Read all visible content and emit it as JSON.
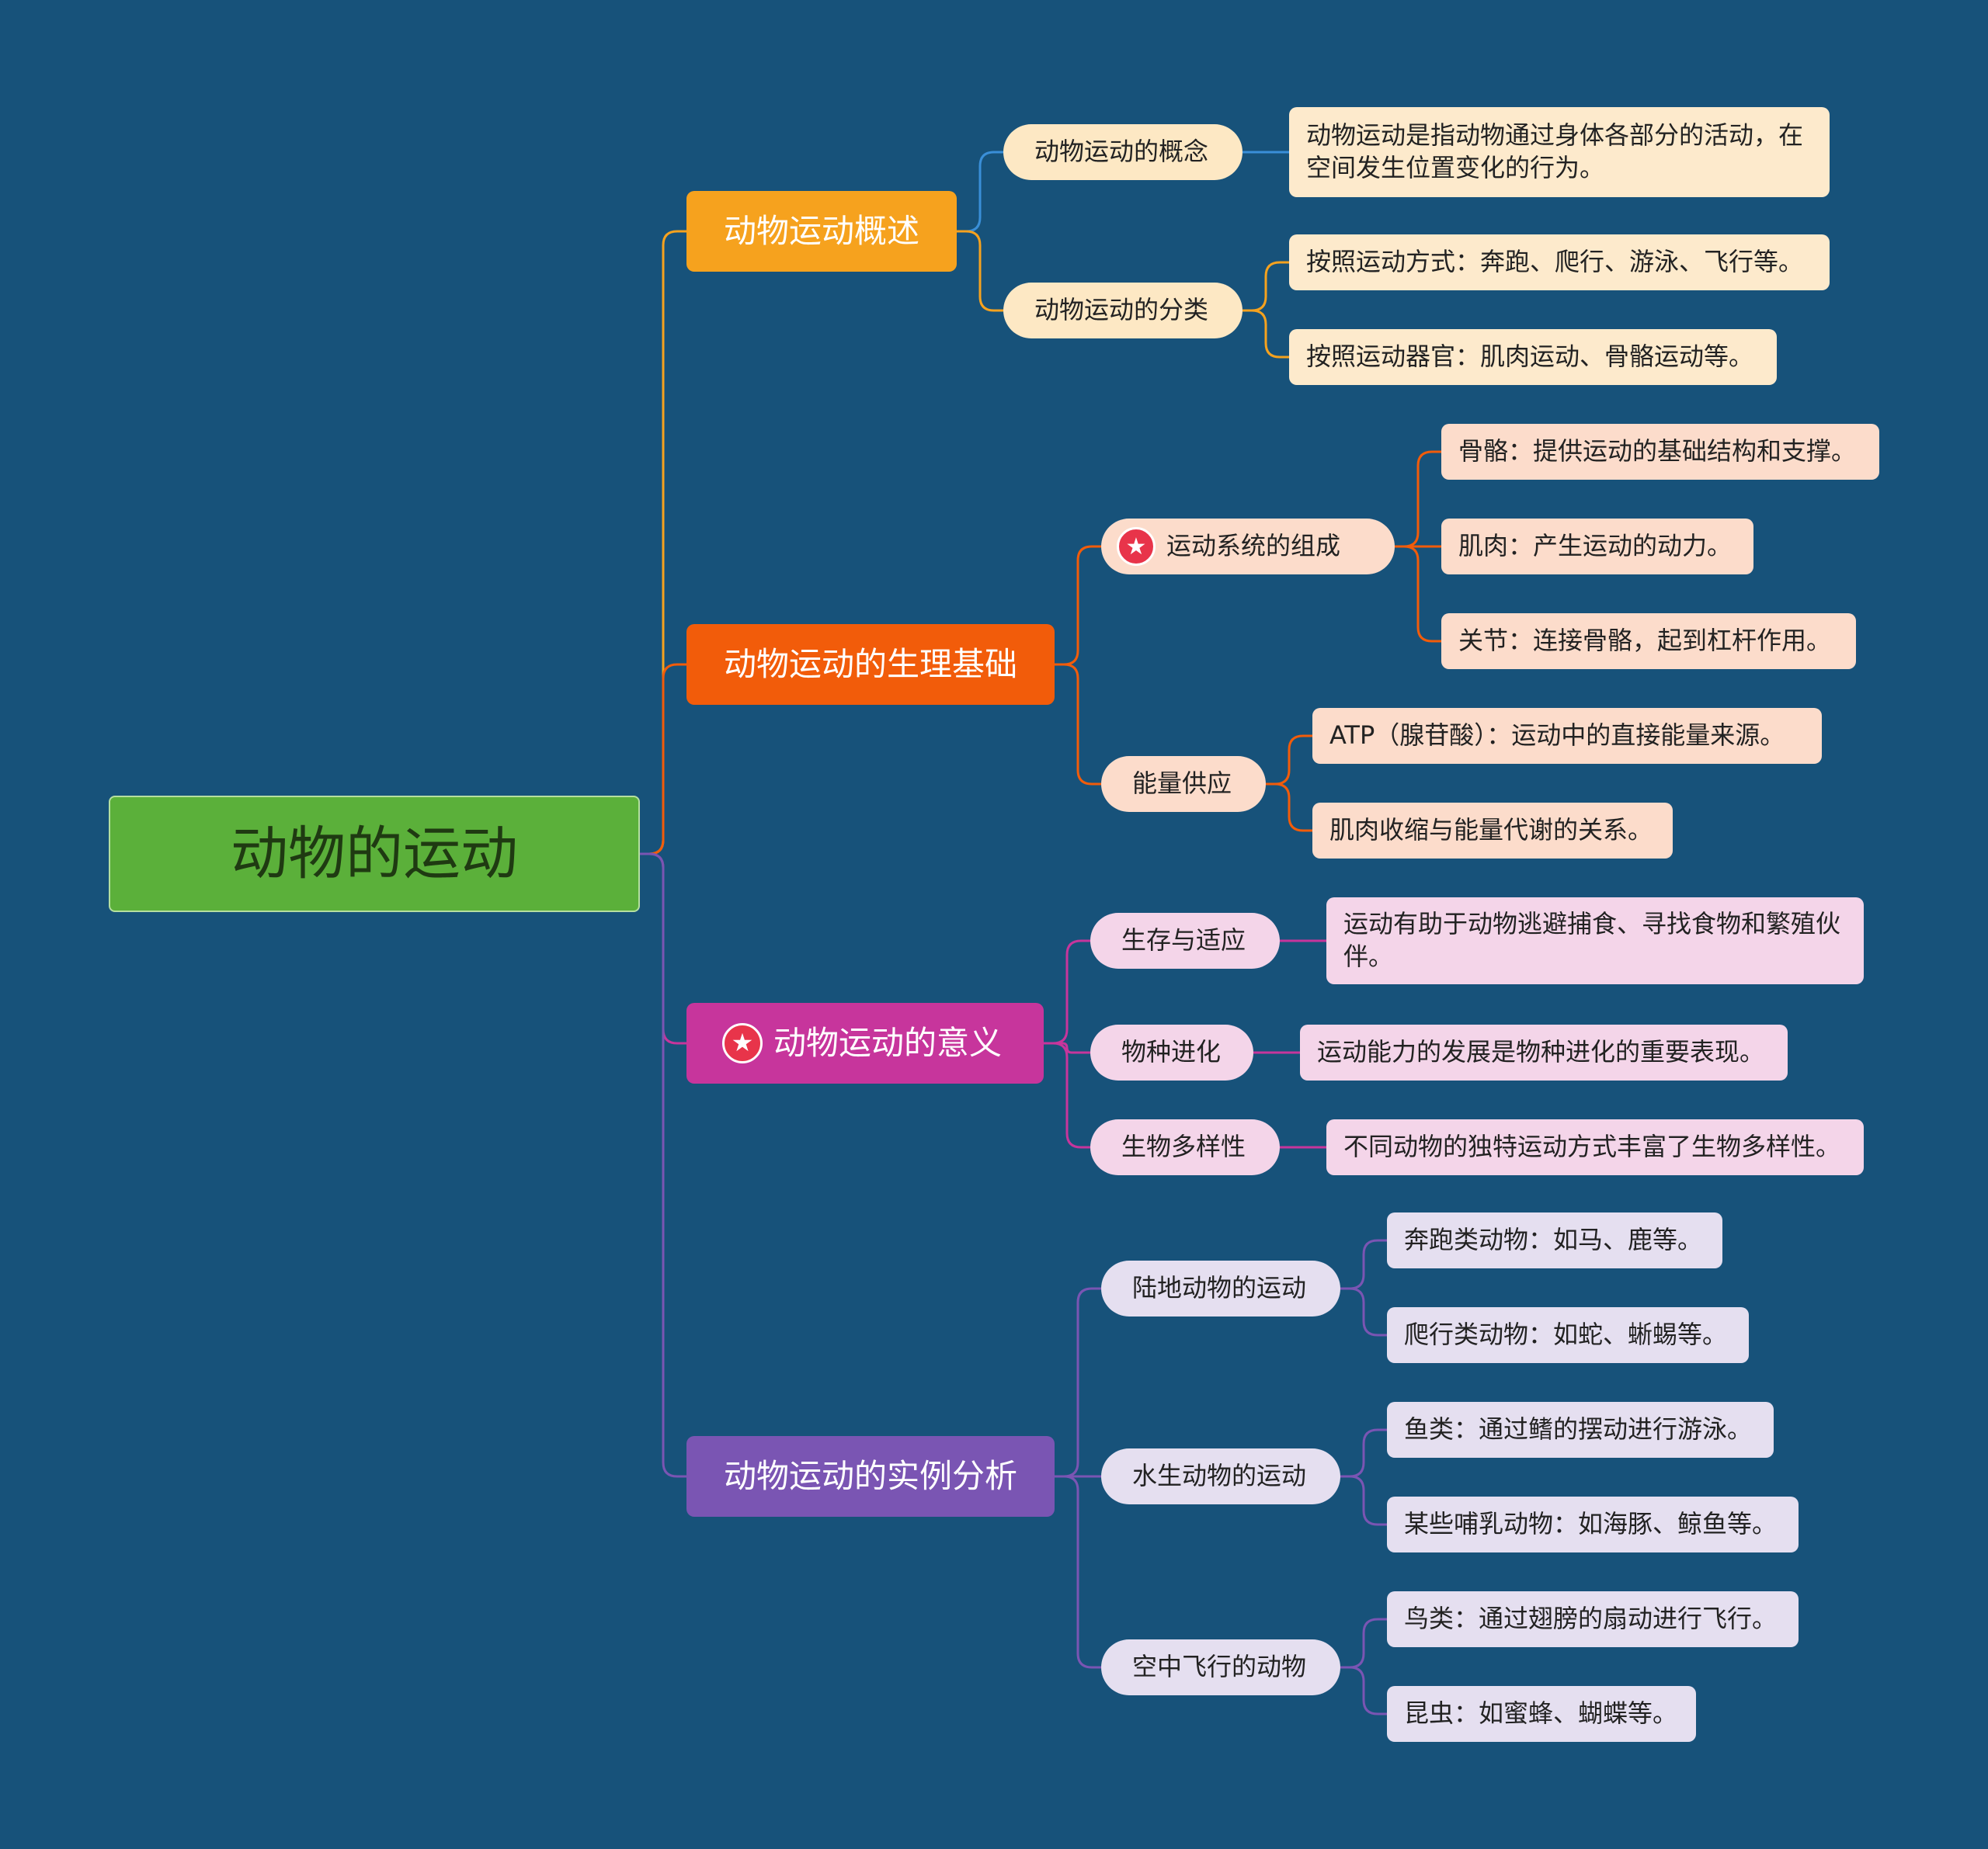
{
  "colors": {
    "background": "#17527a",
    "overview": "#f6a21e",
    "physiology": "#f25c0a",
    "significance": "#c7359c",
    "examples": "#7a55b3",
    "overview_sub": "#fde8c4",
    "overview_leaf": "#fdeacc",
    "physiology_sub": "#fcdccb",
    "physiology_leaf": "#fcdccb",
    "significance_sub": "#f4d5e9",
    "significance_leaf": "#f4d5e9",
    "examples_sub": "#e5dff0",
    "examples_leaf": "#e5dff0"
  },
  "icons": {
    "priority": "star-badge-icon"
  },
  "mindmap": {
    "root": "动物的运动",
    "overview": {
      "label": "动物运动概述",
      "concept": {
        "label": "动物运动的概念",
        "leaf": "动物运动是指动物通过身体各部分的活动，在空间发生位置变化的行为。"
      },
      "classification": {
        "label": "动物运动的分类",
        "leaves": [
          "按照运动方式：奔跑、爬行、游泳、飞行等。",
          "按照运动器官：肌肉运动、骨骼运动等。"
        ]
      }
    },
    "physiology": {
      "label": "动物运动的生理基础",
      "system": {
        "label": "运动系统的组成",
        "leaves": [
          "骨骼：提供运动的基础结构和支撑。",
          "肌肉：产生运动的动力。",
          "关节：连接骨骼，起到杠杆作用。"
        ]
      },
      "energy": {
        "label": "能量供应",
        "leaves": [
          "ATP（腺苷酸）：运动中的直接能量来源。",
          "肌肉收缩与能量代谢的关系。"
        ]
      }
    },
    "significance": {
      "label": "动物运动的意义",
      "survival": {
        "label": "生存与适应",
        "leaf": "运动有助于动物逃避捕食、寻找食物和繁殖伙伴。"
      },
      "evolution": {
        "label": "物种进化",
        "leaf": "运动能力的发展是物种进化的重要表现。"
      },
      "diversity": {
        "label": "生物多样性",
        "leaf": "不同动物的独特运动方式丰富了生物多样性。"
      }
    },
    "examples": {
      "label": "动物运动的实例分析",
      "land": {
        "label": "陆地动物的运动",
        "leaves": [
          "奔跑类动物：如马、鹿等。",
          "爬行类动物：如蛇、蜥蜴等。"
        ]
      },
      "water": {
        "label": "水生动物的运动",
        "leaves": [
          "鱼类：通过鳍的摆动进行游泳。",
          "某些哺乳动物：如海豚、鲸鱼等。"
        ]
      },
      "air": {
        "label": "空中飞行的动物",
        "leaves": [
          "鸟类：通过翅膀的扇动进行飞行。",
          "昆虫：如蜜蜂、蝴蝶等。"
        ]
      }
    }
  }
}
